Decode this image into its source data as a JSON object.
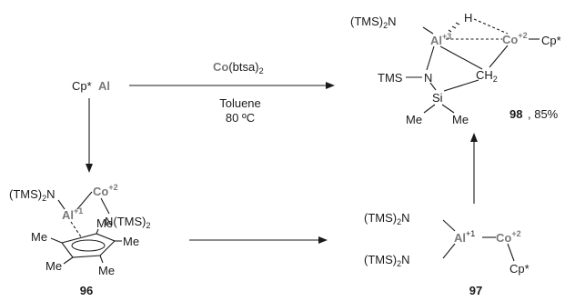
{
  "scheme": {
    "reagent_metal": "Co",
    "reagent_ligand": "(btsa)",
    "reagent_sub": "2",
    "solvent": "Toluene",
    "temperature": "80 ºC",
    "reactant": {
      "cp": "Cp*",
      "al": "Al"
    },
    "compound_96": {
      "label": "96",
      "ntms": "(TMS)",
      "ntms_sub": "2",
      "n": "N",
      "co": "Co",
      "co_ox": "+2",
      "n2": "N(TMS)",
      "n2_sub": "2",
      "al": "Al",
      "al_ox": "+1",
      "me": "Me"
    },
    "compound_97": {
      "label": "97",
      "ntms": "(TMS)",
      "ntms_sub": "2",
      "n": "N",
      "al": "Al",
      "al_ox": "+1",
      "co": "Co",
      "co_ox": "+2",
      "cp": "Cp*"
    },
    "compound_98": {
      "label": "98",
      "yield": ", 85%",
      "ntms": "(TMS)",
      "ntms_sub": "2",
      "n": "N",
      "al": "Al",
      "al_ox": "+3",
      "co": "Co",
      "co_ox": "+2",
      "cp": "Cp*",
      "h": "H",
      "tms": "TMS",
      "n_ring": "N",
      "ch": "CH",
      "ch_sub": "2",
      "si": "Si",
      "me": "Me"
    }
  }
}
